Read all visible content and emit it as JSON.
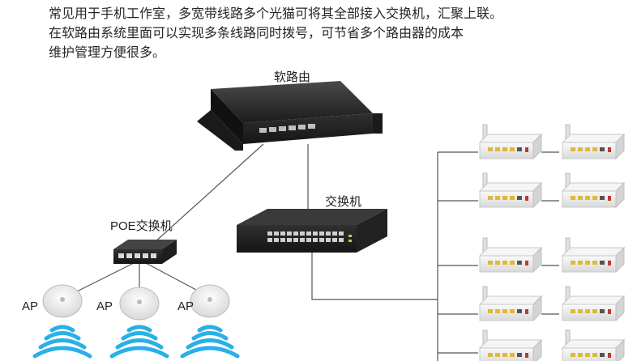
{
  "intro": {
    "lines": [
      "常见用于手机工作室，多宽带线路多个光猫可将其全部接入交换机，汇聚上联。",
      "在软路由系统里面可以实现多条线路同时拨号，可节省多个路由器的成本",
      "维护管理方便很多。"
    ]
  },
  "labels": {
    "soft_router": "软路由",
    "switch": "交换机",
    "poe_switch": "POE交换机",
    "ap": "AP"
  },
  "colors": {
    "line": "#555555",
    "device_dark": "#2b2b2b",
    "wifi": "#2ab0e8",
    "modem": "#eeeeee"
  }
}
